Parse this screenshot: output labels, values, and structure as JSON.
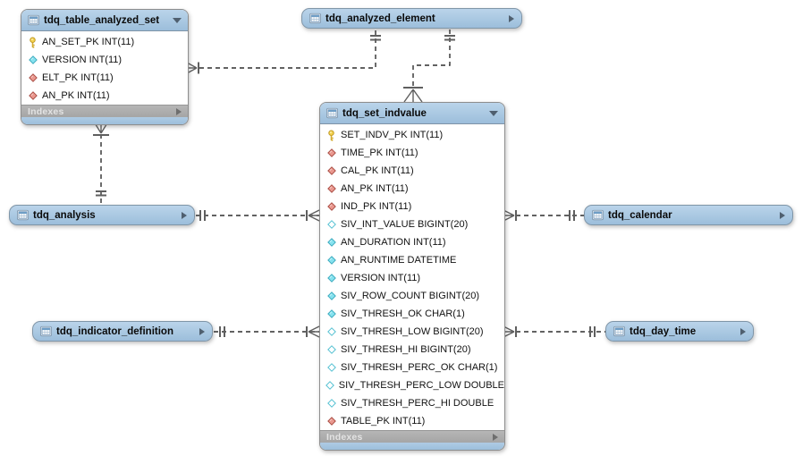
{
  "tables": {
    "table_analyzed_set": {
      "title": "tdq_table_analyzed_set",
      "state": "expanded",
      "fields": [
        {
          "icon": "key",
          "label": "AN_SET_PK INT(11)"
        },
        {
          "icon": "diamond-cyan",
          "label": "VERSION INT(11)"
        },
        {
          "icon": "diamond-red",
          "label": "ELT_PK INT(11)"
        },
        {
          "icon": "diamond-red",
          "label": "AN_PK INT(11)"
        }
      ],
      "footer": "Indexes"
    },
    "analyzed_element": {
      "title": "tdq_analyzed_element",
      "state": "collapsed"
    },
    "set_indvalue": {
      "title": "tdq_set_indvalue",
      "state": "expanded",
      "fields": [
        {
          "icon": "key",
          "label": "SET_INDV_PK INT(11)"
        },
        {
          "icon": "diamond-red",
          "label": "TIME_PK INT(11)"
        },
        {
          "icon": "diamond-red",
          "label": "CAL_PK INT(11)"
        },
        {
          "icon": "diamond-red",
          "label": "AN_PK INT(11)"
        },
        {
          "icon": "diamond-red",
          "label": "IND_PK INT(11)"
        },
        {
          "icon": "diamond-cyan-hollow",
          "label": "SIV_INT_VALUE BIGINT(20)"
        },
        {
          "icon": "diamond-cyan",
          "label": "AN_DURATION INT(11)"
        },
        {
          "icon": "diamond-cyan",
          "label": "AN_RUNTIME DATETIME"
        },
        {
          "icon": "diamond-cyan",
          "label": "VERSION INT(11)"
        },
        {
          "icon": "diamond-cyan",
          "label": "SIV_ROW_COUNT BIGINT(20)"
        },
        {
          "icon": "diamond-cyan",
          "label": "SIV_THRESH_OK CHAR(1)"
        },
        {
          "icon": "diamond-cyan-hollow",
          "label": "SIV_THRESH_LOW BIGINT(20)"
        },
        {
          "icon": "diamond-cyan-hollow",
          "label": "SIV_THRESH_HI BIGINT(20)"
        },
        {
          "icon": "diamond-cyan-hollow",
          "label": "SIV_THRESH_PERC_OK CHAR(1)"
        },
        {
          "icon": "diamond-cyan-hollow",
          "label": "SIV_THRESH_PERC_LOW DOUBLE"
        },
        {
          "icon": "diamond-cyan-hollow",
          "label": "SIV_THRESH_PERC_HI DOUBLE"
        },
        {
          "icon": "diamond-red",
          "label": "TABLE_PK INT(11)"
        }
      ],
      "footer": "Indexes"
    },
    "analysis": {
      "title": "tdq_analysis",
      "state": "collapsed"
    },
    "indicator_definition": {
      "title": "tdq_indicator_definition",
      "state": "collapsed"
    },
    "calendar": {
      "title": "tdq_calendar",
      "state": "collapsed"
    },
    "day_time": {
      "title": "tdq_day_time",
      "state": "collapsed"
    }
  },
  "colors": {
    "table_header_blue": "#aacbe5",
    "indexes_bar_gray": "#acacac",
    "indexes_text": "#e3e3e3",
    "primary_key_yellow": "#f0cd4a",
    "column_notnull_cyan": "#7fdfee",
    "column_nullable_white": "#ffffff",
    "foreign_key_red": "#ea968e",
    "connector_line": "#2e2e2e",
    "connector_tick": "#5f5f5f"
  }
}
